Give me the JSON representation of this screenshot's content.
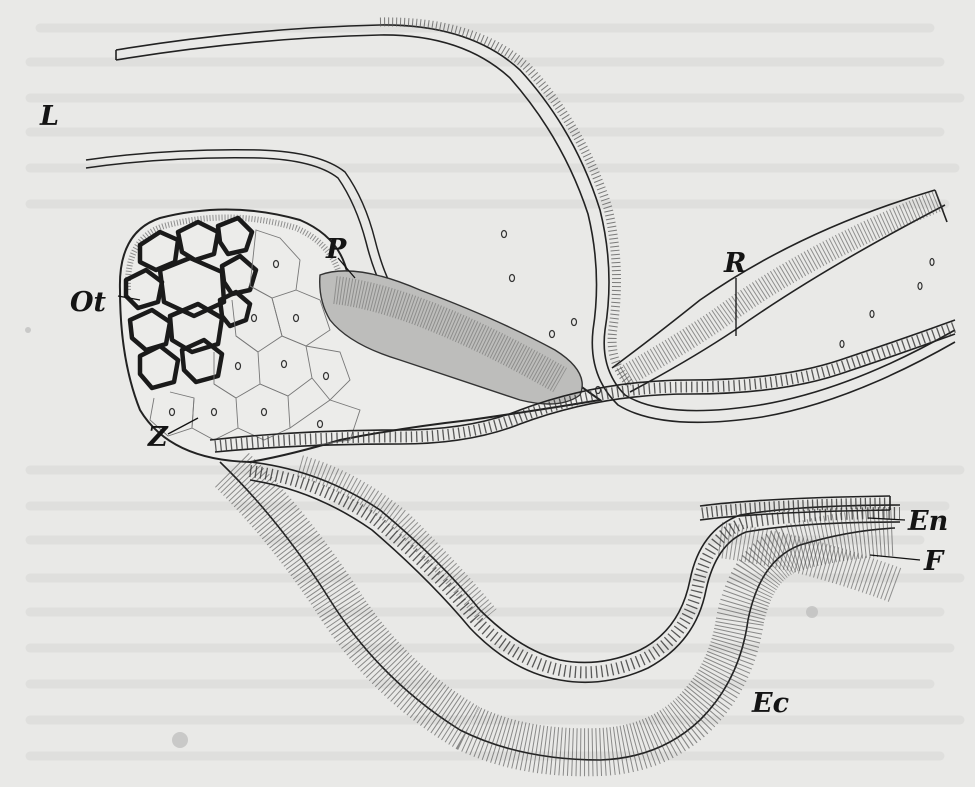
{
  "figure": {
    "labels": {
      "L": "L",
      "P": "P",
      "R": "R",
      "Ot": "Ot",
      "Z": "Z",
      "En": "En",
      "F": "F",
      "Ec": "Ec"
    },
    "colors": {
      "paper": "#e9e9e7",
      "ink": "#141414",
      "wash": "#cfcfcd"
    }
  }
}
